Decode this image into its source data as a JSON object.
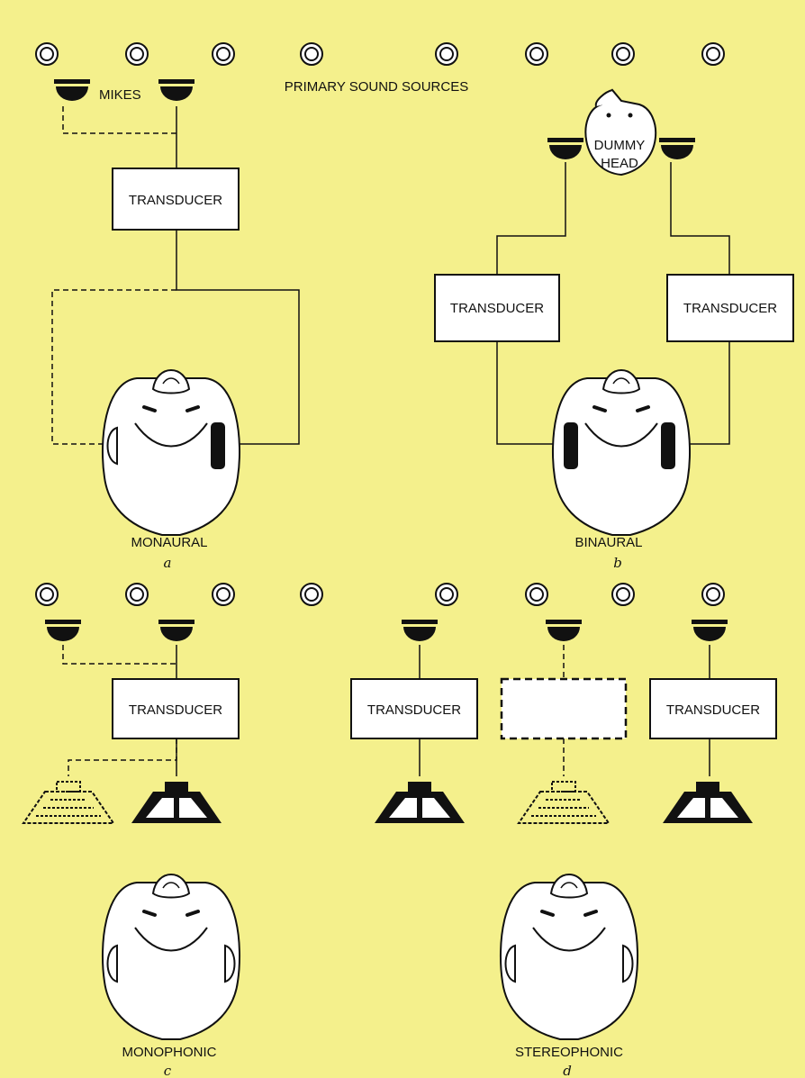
{
  "colors": {
    "background": "#f4f08c",
    "line": "#111111",
    "box_fill": "#ffffff",
    "face_fill": "#ffffff"
  },
  "labels": {
    "primary_sources": "PRIMARY SOUND SOURCES",
    "mikes": "MIKES",
    "dummy_head_line1": "DUMMY",
    "dummy_head_line2": "HEAD"
  },
  "panels": {
    "a": {
      "title": "MONAURAL",
      "letter": "a",
      "transducer": "TRANSDUCER"
    },
    "b": {
      "title": "BINAURAL",
      "letter": "b",
      "transducer_left": "TRANSDUCER",
      "transducer_right": "TRANSDUCER"
    },
    "c": {
      "title": "MONOPHONIC",
      "letter": "c",
      "transducer": "TRANSDUCER"
    },
    "d": {
      "title": "STEREOPHONIC",
      "letter": "d",
      "transducer_left": "TRANSDUCER",
      "transducer_right": "TRANSDUCER"
    }
  },
  "icons": {
    "sound_source": "sound-source-icon",
    "microphone": "microphone-icon",
    "loudspeaker": "loudspeaker-icon",
    "listener_head": "listener-head-icon",
    "dummy_head": "dummy-head-icon"
  }
}
